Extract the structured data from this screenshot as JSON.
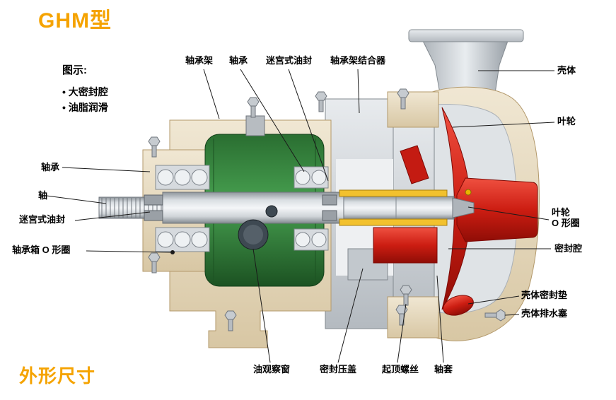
{
  "page": {
    "title": "GHM型",
    "section_footer": "外形尺寸"
  },
  "legend": {
    "heading": "图示:",
    "bullet": "•",
    "items": [
      "大密封腔",
      "油脂润滑"
    ]
  },
  "labels": {
    "bearing_bracket": "轴承架",
    "bearing_top": "轴承",
    "labyrinth_seal_top": "迷宫式油封",
    "bracket_adapter": "轴承架结合器",
    "casing": "壳体",
    "impeller": "叶轮",
    "impeller_o_ring_line1": "叶轮",
    "impeller_o_ring_line2": "O 形圈",
    "seal_chamber": "密封腔",
    "casing_gasket": "壳体密封垫",
    "casing_drain_plug": "壳体排水塞",
    "bearing_left": "轴承",
    "shaft": "轴",
    "labyrinth_seal_left": "迷宫式油封",
    "bearing_housing_o_ring": "轴承箱 O 形圈",
    "oil_sight_window": "油观察窗",
    "seal_gland": "密封压盖",
    "jacking_screw": "起顶螺丝",
    "shaft_sleeve": "轴套"
  },
  "colors": {
    "title_orange": "#F5A300",
    "casing_beige": "#E7DAC2",
    "housing_green": "#2F7D36",
    "impeller_red": "#D42A1E",
    "sleeve_yellow": "#F2C12E",
    "metal_gray": "#C9CDD1",
    "label_black": "#000000"
  }
}
